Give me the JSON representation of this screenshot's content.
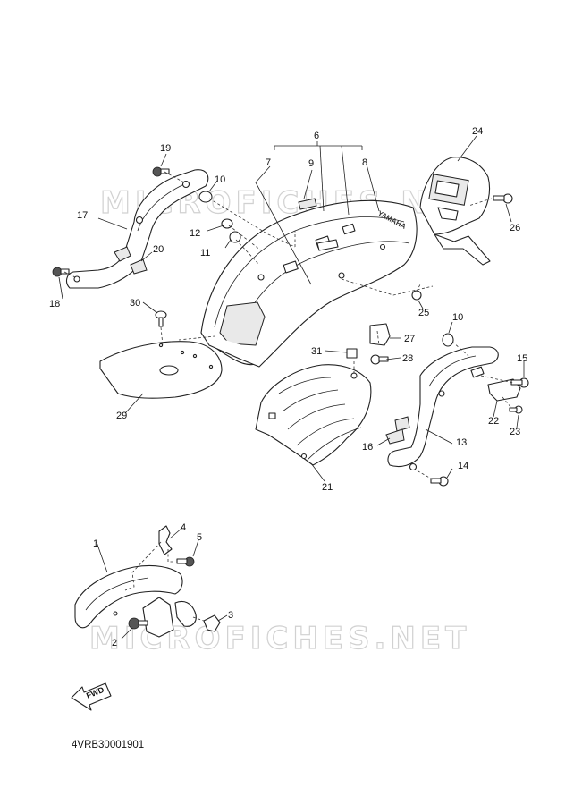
{
  "diagram_code": "4VRB30001901",
  "watermark": "MICROFICHES.NET",
  "fwd_label": "FWD",
  "brand_mark": "YAMAHA",
  "callouts": {
    "p1": "1",
    "p2": "2",
    "p3": "3",
    "p4": "4",
    "p5": "5",
    "p6": "6",
    "p7": "7",
    "p8": "8",
    "p9": "9",
    "p10a": "10",
    "p10b": "10",
    "p11": "11",
    "p12": "12",
    "p13": "13",
    "p14": "14",
    "p15": "15",
    "p16": "16",
    "p17": "17",
    "p18": "18",
    "p19": "19",
    "p20": "20",
    "p21": "21",
    "p22": "22",
    "p23": "23",
    "p24": "24",
    "p25": "25",
    "p26": "26",
    "p27": "27",
    "p28": "28",
    "p29": "29",
    "p30": "30",
    "p31": "31"
  }
}
